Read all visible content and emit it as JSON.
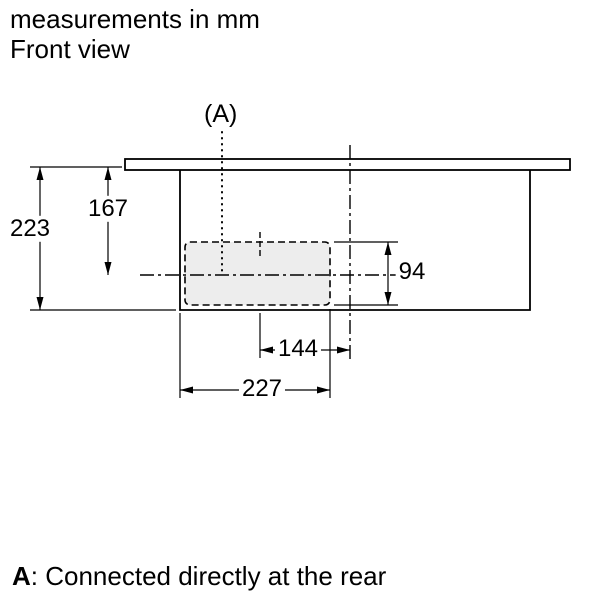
{
  "header": {
    "line1": "measurements in mm",
    "line2": "Front view"
  },
  "labels": {
    "a_marker": "(A)"
  },
  "dimensions": {
    "total_height": "223",
    "surface_to_center": "167",
    "outlet_height": "94",
    "center_to_axis": "144",
    "recess_width": "227"
  },
  "footnote": {
    "label": "A",
    "text": ": Connected directly at the rear"
  },
  "colors": {
    "line": "#000000",
    "outlet_fill": "#ededed",
    "background": "#ffffff"
  }
}
